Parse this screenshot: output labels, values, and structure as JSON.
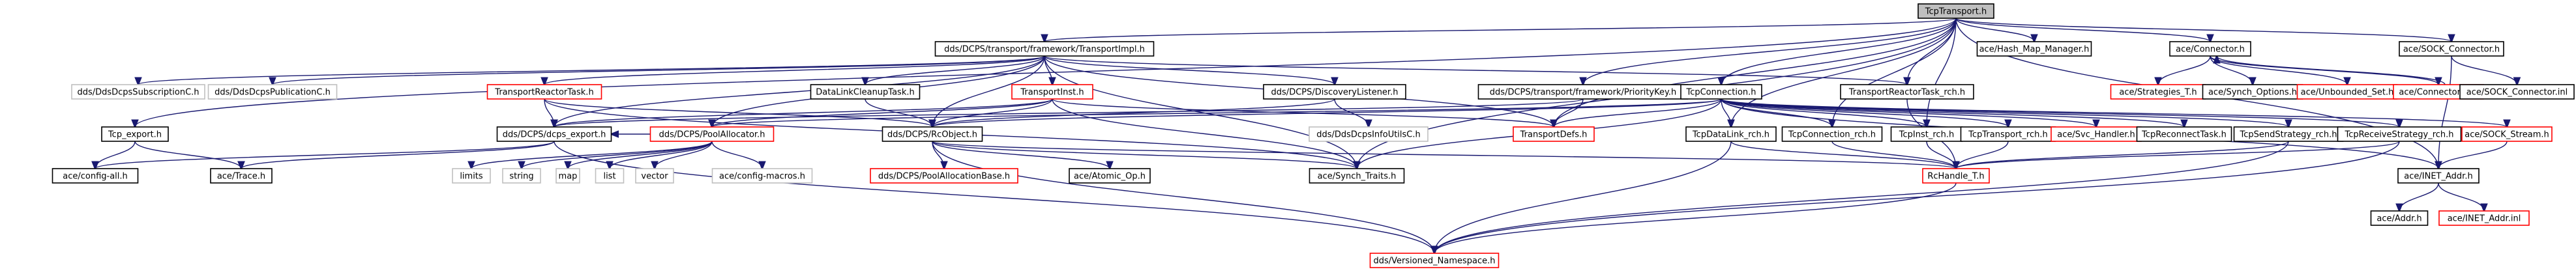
{
  "nodes": [
    {
      "id": "TcpTransport_h",
      "label": "TcpTransport.h",
      "style": "root"
    },
    {
      "id": "TransportImpl_h",
      "label": "dds/DCPS/transport/framework/TransportImpl.h",
      "style": "normal"
    },
    {
      "id": "Hash_Map_Manager_h",
      "label": "ace/Hash_Map_Manager.h",
      "style": "normal"
    },
    {
      "id": "Connector_h",
      "label": "ace/Connector.h",
      "style": "normal"
    },
    {
      "id": "SOCK_Connector_h",
      "label": "ace/SOCK_Connector.h",
      "style": "normal"
    },
    {
      "id": "DdsDcpsSubscriptionC_h",
      "label": "dds/DdsDcpsSubscriptionC.h",
      "style": "grey"
    },
    {
      "id": "DdsDcpsPublicationC_h",
      "label": "dds/DdsDcpsPublicationC.h",
      "style": "grey"
    },
    {
      "id": "TransportReactorTask_h",
      "label": "TransportReactorTask.h",
      "style": "red"
    },
    {
      "id": "DataLinkCleanupTask_h",
      "label": "DataLinkCleanupTask.h",
      "style": "normal"
    },
    {
      "id": "TransportInst_h",
      "label": "TransportInst.h",
      "style": "red"
    },
    {
      "id": "DiscoveryListener_h",
      "label": "dds/DCPS/DiscoveryListener.h",
      "style": "normal"
    },
    {
      "id": "PriorityKey_h",
      "label": "dds/DCPS/transport/framework/PriorityKey.h",
      "style": "normal"
    },
    {
      "id": "TcpConnection_h",
      "label": "TcpConnection.h",
      "style": "normal"
    },
    {
      "id": "TransportReactorTask_rch_h",
      "label": "TransportReactorTask_rch.h",
      "style": "normal"
    },
    {
      "id": "Strategies_T_h",
      "label": "ace/Strategies_T.h",
      "style": "red"
    },
    {
      "id": "Synch_Options_h",
      "label": "ace/Synch_Options.h",
      "style": "normal"
    },
    {
      "id": "Unbounded_Set_h",
      "label": "ace/Unbounded_Set.h",
      "style": "red"
    },
    {
      "id": "Connector_cpp",
      "label": "ace/Connector.cpp",
      "style": "red"
    },
    {
      "id": "SOCK_Connector_inl",
      "label": "ace/SOCK_Connector.inl",
      "style": "normal"
    },
    {
      "id": "Tcp_export_h",
      "label": "Tcp_export.h",
      "style": "normal"
    },
    {
      "id": "dcps_export_h",
      "label": "dds/DCPS/dcps_export.h",
      "style": "normal"
    },
    {
      "id": "PoolAllocator_h",
      "label": "dds/DCPS/PoolAllocator.h",
      "style": "red"
    },
    {
      "id": "RcObject_h",
      "label": "dds/DCPS/RcObject.h",
      "style": "normal"
    },
    {
      "id": "DdsDcpsInfoUtilsC_h",
      "label": "dds/DdsDcpsInfoUtilsC.h",
      "style": "grey"
    },
    {
      "id": "TransportDefs_h",
      "label": "TransportDefs.h",
      "style": "red"
    },
    {
      "id": "TcpDataLink_rch_h",
      "label": "TcpDataLink_rch.h",
      "style": "normal"
    },
    {
      "id": "TcpConnection_rch_h",
      "label": "TcpConnection_rch.h",
      "style": "normal"
    },
    {
      "id": "TcpInst_rch_h",
      "label": "TcpInst_rch.h",
      "style": "normal"
    },
    {
      "id": "TcpTransport_rch_h",
      "label": "TcpTransport_rch.h",
      "style": "normal"
    },
    {
      "id": "Svc_Handler_h",
      "label": "ace/Svc_Handler.h",
      "style": "red"
    },
    {
      "id": "TcpReconnectTask_h",
      "label": "TcpReconnectTask.h",
      "style": "normal"
    },
    {
      "id": "TcpSendStrategy_rch_h",
      "label": "TcpSendStrategy_rch.h",
      "style": "normal"
    },
    {
      "id": "TcpReceiveStrategy_rch_h",
      "label": "TcpReceiveStrategy_rch.h",
      "style": "normal"
    },
    {
      "id": "SOCK_Stream_h",
      "label": "ace/SOCK_Stream.h",
      "style": "red"
    },
    {
      "id": "config_all_h",
      "label": "ace/config-all.h",
      "style": "normal"
    },
    {
      "id": "Trace_h",
      "label": "ace/Trace.h",
      "style": "normal"
    },
    {
      "id": "limits",
      "label": "limits",
      "style": "grey"
    },
    {
      "id": "string",
      "label": "string",
      "style": "grey"
    },
    {
      "id": "map",
      "label": "map",
      "style": "grey"
    },
    {
      "id": "list",
      "label": "list",
      "style": "grey"
    },
    {
      "id": "vector",
      "label": "vector",
      "style": "grey"
    },
    {
      "id": "config_macros_h",
      "label": "ace/config-macros.h",
      "style": "grey"
    },
    {
      "id": "PoolAllocationBase_h",
      "label": "dds/DCPS/PoolAllocationBase.h",
      "style": "red"
    },
    {
      "id": "Atomic_Op_h",
      "label": "ace/Atomic_Op.h",
      "style": "normal"
    },
    {
      "id": "Synch_Traits_h",
      "label": "ace/Synch_Traits.h",
      "style": "normal"
    },
    {
      "id": "RcHandle_T_h",
      "label": "RcHandle_T.h",
      "style": "red"
    },
    {
      "id": "INET_Addr_h",
      "label": "ace/INET_Addr.h",
      "style": "normal"
    },
    {
      "id": "Addr_h",
      "label": "ace/Addr.h",
      "style": "normal"
    },
    {
      "id": "INET_Addr_inl",
      "label": "ace/INET_Addr.inl",
      "style": "red"
    },
    {
      "id": "Versioned_Namespace_h",
      "label": "dds/Versioned_Namespace.h",
      "style": "red"
    }
  ],
  "edges": [
    [
      "TcpTransport_h",
      "TransportImpl_h"
    ],
    [
      "TcpTransport_h",
      "Hash_Map_Manager_h"
    ],
    [
      "TcpTransport_h",
      "Connector_h"
    ],
    [
      "TcpTransport_h",
      "SOCK_Connector_h"
    ],
    [
      "TcpTransport_h",
      "Tcp_export_h"
    ],
    [
      "TcpTransport_h",
      "PriorityKey_h"
    ],
    [
      "TcpTransport_h",
      "TcpConnection_h"
    ],
    [
      "TcpTransport_h",
      "TransportReactorTask_rch_h"
    ],
    [
      "TcpTransport_h",
      "TransportDefs_h"
    ],
    [
      "TcpTransport_h",
      "TcpDataLink_rch_h"
    ],
    [
      "TcpTransport_h",
      "TcpConnection_rch_h"
    ],
    [
      "TcpTransport_h",
      "TcpInst_rch_h"
    ],
    [
      "TcpTransport_h",
      "Synch_Traits_h"
    ],
    [
      "TcpTransport_h",
      "INET_Addr_h"
    ],
    [
      "TransportImpl_h",
      "DdsDcpsSubscriptionC_h"
    ],
    [
      "TransportImpl_h",
      "DdsDcpsPublicationC_h"
    ],
    [
      "TransportImpl_h",
      "TransportReactorTask_h"
    ],
    [
      "TransportImpl_h",
      "DataLinkCleanupTask_h"
    ],
    [
      "TransportImpl_h",
      "TransportInst_h"
    ],
    [
      "TransportImpl_h",
      "DiscoveryListener_h"
    ],
    [
      "TransportImpl_h",
      "dcps_export_h"
    ],
    [
      "TransportImpl_h",
      "PoolAllocator_h"
    ],
    [
      "TransportImpl_h",
      "RcObject_h"
    ],
    [
      "TransportImpl_h",
      "TransportDefs_h"
    ],
    [
      "TransportImpl_h",
      "Synch_Traits_h"
    ],
    [
      "TransportImpl_h",
      "TransportReactorTask_rch_h"
    ],
    [
      "TransportReactorTask_h",
      "dcps_export_h"
    ],
    [
      "TransportReactorTask_h",
      "RcObject_h"
    ],
    [
      "TransportReactorTask_h",
      "Synch_Traits_h"
    ],
    [
      "DataLinkCleanupTask_h",
      "RcObject_h"
    ],
    [
      "TransportInst_h",
      "dcps_export_h"
    ],
    [
      "TransportInst_h",
      "PoolAllocator_h"
    ],
    [
      "TransportInst_h",
      "RcObject_h"
    ],
    [
      "TransportInst_h",
      "TransportDefs_h"
    ],
    [
      "TransportInst_h",
      "Synch_Traits_h"
    ],
    [
      "DiscoveryListener_h",
      "DdsDcpsInfoUtilsC_h"
    ],
    [
      "DiscoveryListener_h",
      "RcObject_h"
    ],
    [
      "PriorityKey_h",
      "dcps_export_h"
    ],
    [
      "PriorityKey_h",
      "TransportDefs_h"
    ],
    [
      "TcpConnection_h",
      "PoolAllocator_h"
    ],
    [
      "TcpConnection_h",
      "RcObject_h"
    ],
    [
      "TcpConnection_h",
      "TransportDefs_h"
    ],
    [
      "TcpConnection_h",
      "TcpDataLink_rch_h"
    ],
    [
      "TcpConnection_h",
      "TcpConnection_rch_h"
    ],
    [
      "TcpConnection_h",
      "TcpInst_rch_h"
    ],
    [
      "TcpConnection_h",
      "TcpTransport_rch_h"
    ],
    [
      "TcpConnection_h",
      "Svc_Handler_h"
    ],
    [
      "TcpConnection_h",
      "TcpReconnectTask_h"
    ],
    [
      "TcpConnection_h",
      "TcpSendStrategy_rch_h"
    ],
    [
      "TcpConnection_h",
      "TcpReceiveStrategy_rch_h"
    ],
    [
      "TcpConnection_h",
      "SOCK_Stream_h"
    ],
    [
      "TcpConnection_h",
      "Synch_Traits_h"
    ],
    [
      "TcpConnection_h",
      "INET_Addr_h"
    ],
    [
      "TransportReactorTask_rch_h",
      "RcHandle_T_h"
    ],
    [
      "Connector_h",
      "Strategies_T_h"
    ],
    [
      "Connector_h",
      "Synch_Options_h"
    ],
    [
      "Connector_h",
      "Unbounded_Set_h"
    ],
    [
      "Connector_h",
      "Connector_cpp"
    ],
    [
      "Connector_cpp",
      "Connector_h"
    ],
    [
      "SOCK_Connector_h",
      "SOCK_Connector_inl"
    ],
    [
      "SOCK_Connector_h",
      "INET_Addr_h"
    ],
    [
      "Tcp_export_h",
      "config_all_h"
    ],
    [
      "Tcp_export_h",
      "Trace_h"
    ],
    [
      "dcps_export_h",
      "config_all_h"
    ],
    [
      "dcps_export_h",
      "Trace_h"
    ],
    [
      "dcps_export_h",
      "Versioned_Namespace_h"
    ],
    [
      "PoolAllocator_h",
      "limits"
    ],
    [
      "PoolAllocator_h",
      "string"
    ],
    [
      "PoolAllocator_h",
      "map"
    ],
    [
      "PoolAllocator_h",
      "list"
    ],
    [
      "PoolAllocator_h",
      "vector"
    ],
    [
      "PoolAllocator_h",
      "config_macros_h"
    ],
    [
      "PoolAllocator_h",
      "dcps_export_h"
    ],
    [
      "RcObject_h",
      "PoolAllocationBase_h"
    ],
    [
      "RcObject_h",
      "Atomic_Op_h"
    ],
    [
      "RcObject_h",
      "Synch_Traits_h"
    ],
    [
      "RcObject_h",
      "Versioned_Namespace_h"
    ],
    [
      "RcObject_h",
      "RcHandle_T_h"
    ],
    [
      "TcpDataLink_rch_h",
      "RcHandle_T_h"
    ],
    [
      "TcpDataLink_rch_h",
      "Versioned_Namespace_h"
    ],
    [
      "TcpConnection_rch_h",
      "RcHandle_T_h"
    ],
    [
      "TcpInst_rch_h",
      "RcHandle_T_h"
    ],
    [
      "TcpTransport_rch_h",
      "RcHandle_T_h"
    ],
    [
      "TcpSendStrategy_rch_h",
      "RcHandle_T_h"
    ],
    [
      "TcpSendStrategy_rch_h",
      "Versioned_Namespace_h"
    ],
    [
      "TcpReceiveStrategy_rch_h",
      "RcHandle_T_h"
    ],
    [
      "TcpReceiveStrategy_rch_h",
      "Versioned_Namespace_h"
    ],
    [
      "RcHandle_T_h",
      "Versioned_Namespace_h"
    ],
    [
      "SOCK_Stream_h",
      "INET_Addr_h"
    ],
    [
      "INET_Addr_h",
      "Addr_h"
    ],
    [
      "INET_Addr_h",
      "INET_Addr_inl"
    ]
  ]
}
